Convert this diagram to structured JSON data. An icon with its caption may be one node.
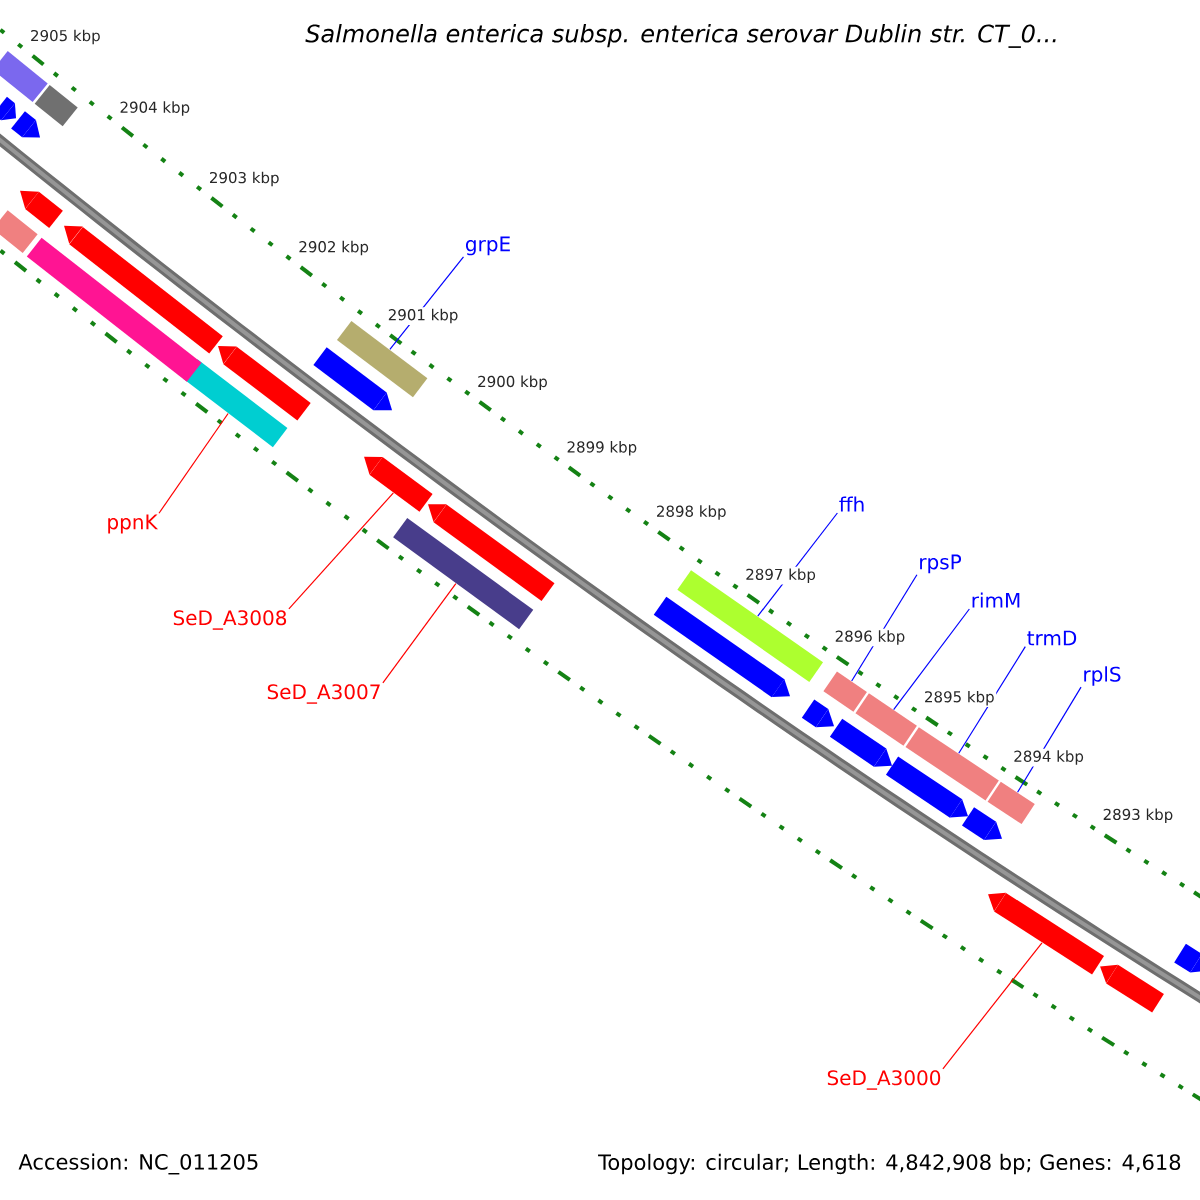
{
  "diagram": {
    "title": "Salmonella enterica subsp. enterica serovar Dublin str. CT_0...",
    "nodes": [
      {
        "text": [
          "grpE"
        ]
      },
      {
        "text": [],
        "shape": "bar"
      },
      {
        "text": [
          "ffh"
        ]
      },
      {
        "text": [],
        "shape": "bar"
      },
      {
        "text": [
          "rpsP"
        ]
      },
      {
        "text": [],
        "shape": "bar"
      },
      {
        "text": [
          "rimM"
        ]
      },
      {
        "text": [],
        "shape": "bar"
      },
      {
        "text": [
          "trmD"
        ]
      },
      {
        "text": [],
        "shape": "bar"
      },
      {
        "text": [
          "rplS"
        ]
      },
      {
        "text": [],
        "shape": "bar"
      },
      {
        "text": [
          "ppnK"
        ]
      },
      {
        "text": [],
        "shape": "bar"
      },
      {
        "text": [
          "SeD_A3008"
        ]
      },
      {
        "text": [],
        "shape": "arrow"
      },
      {
        "text": [
          "SeD_A3007"
        ]
      },
      {
        "text": [],
        "shape": "bar"
      },
      {
        "text": [
          "SeD_A3000"
        ]
      },
      {
        "text": [],
        "shape": "arrow"
      },
      {
        "text": [],
        "shape": "bar"
      },
      {
        "text": [],
        "shape": "bar"
      },
      {
        "text": [],
        "shape": "arrow"
      },
      {
        "text": [],
        "shape": "arrow"
      },
      {
        "text": [],
        "shape": "bar"
      },
      {
        "text": [],
        "shape": "arrow"
      },
      {
        "text": [],
        "shape": "bar"
      },
      {
        "text": [],
        "shape": "arrow"
      },
      {
        "text": [],
        "shape": "arrow"
      },
      {
        "text": [],
        "shape": "arrow"
      },
      {
        "text": [],
        "shape": "arrow"
      },
      {
        "text": [],
        "shape": "arrow"
      },
      {
        "text": [],
        "shape": "arrow"
      },
      {
        "text": [],
        "shape": "arrow"
      },
      {
        "text": [],
        "shape": "arrow"
      },
      {
        "text": [],
        "shape": "arrow"
      },
      {
        "text": [],
        "shape": "arrow"
      },
      {
        "text": [],
        "shape": "arrow"
      }
    ],
    "edges": [
      {
        "from": 0,
        "to": 1,
        "arrow": "none"
      },
      {
        "from": 2,
        "to": 3,
        "arrow": "none"
      },
      {
        "from": 4,
        "to": 5,
        "arrow": "none"
      },
      {
        "from": 6,
        "to": 7,
        "arrow": "none"
      },
      {
        "from": 8,
        "to": 9,
        "arrow": "none"
      },
      {
        "from": 10,
        "to": 11,
        "arrow": "none"
      },
      {
        "from": 12,
        "to": 13,
        "arrow": "none",
        "color": "#ff0000"
      },
      {
        "from": 14,
        "to": 15,
        "arrow": "none",
        "color": "#ff0000"
      },
      {
        "from": 16,
        "to": 17,
        "arrow": "none",
        "color": "#ff0000"
      },
      {
        "from": 18,
        "to": 19,
        "arrow": "none",
        "color": "#ff0000"
      }
    ],
    "labels": [
      "2905 kbp",
      "2904 kbp",
      "2903 kbp",
      "2902 kbp",
      "2901 kbp",
      "2900 kbp",
      "2899 kbp",
      "2898 kbp",
      "2897 kbp",
      "2896 kbp",
      "2895 kbp",
      "2894 kbp",
      "2893 kbp",
      "Accession: NC_011205",
      "Topology: circular; Length: 4,842,908 bp; Genes: 4,618"
    ]
  }
}
